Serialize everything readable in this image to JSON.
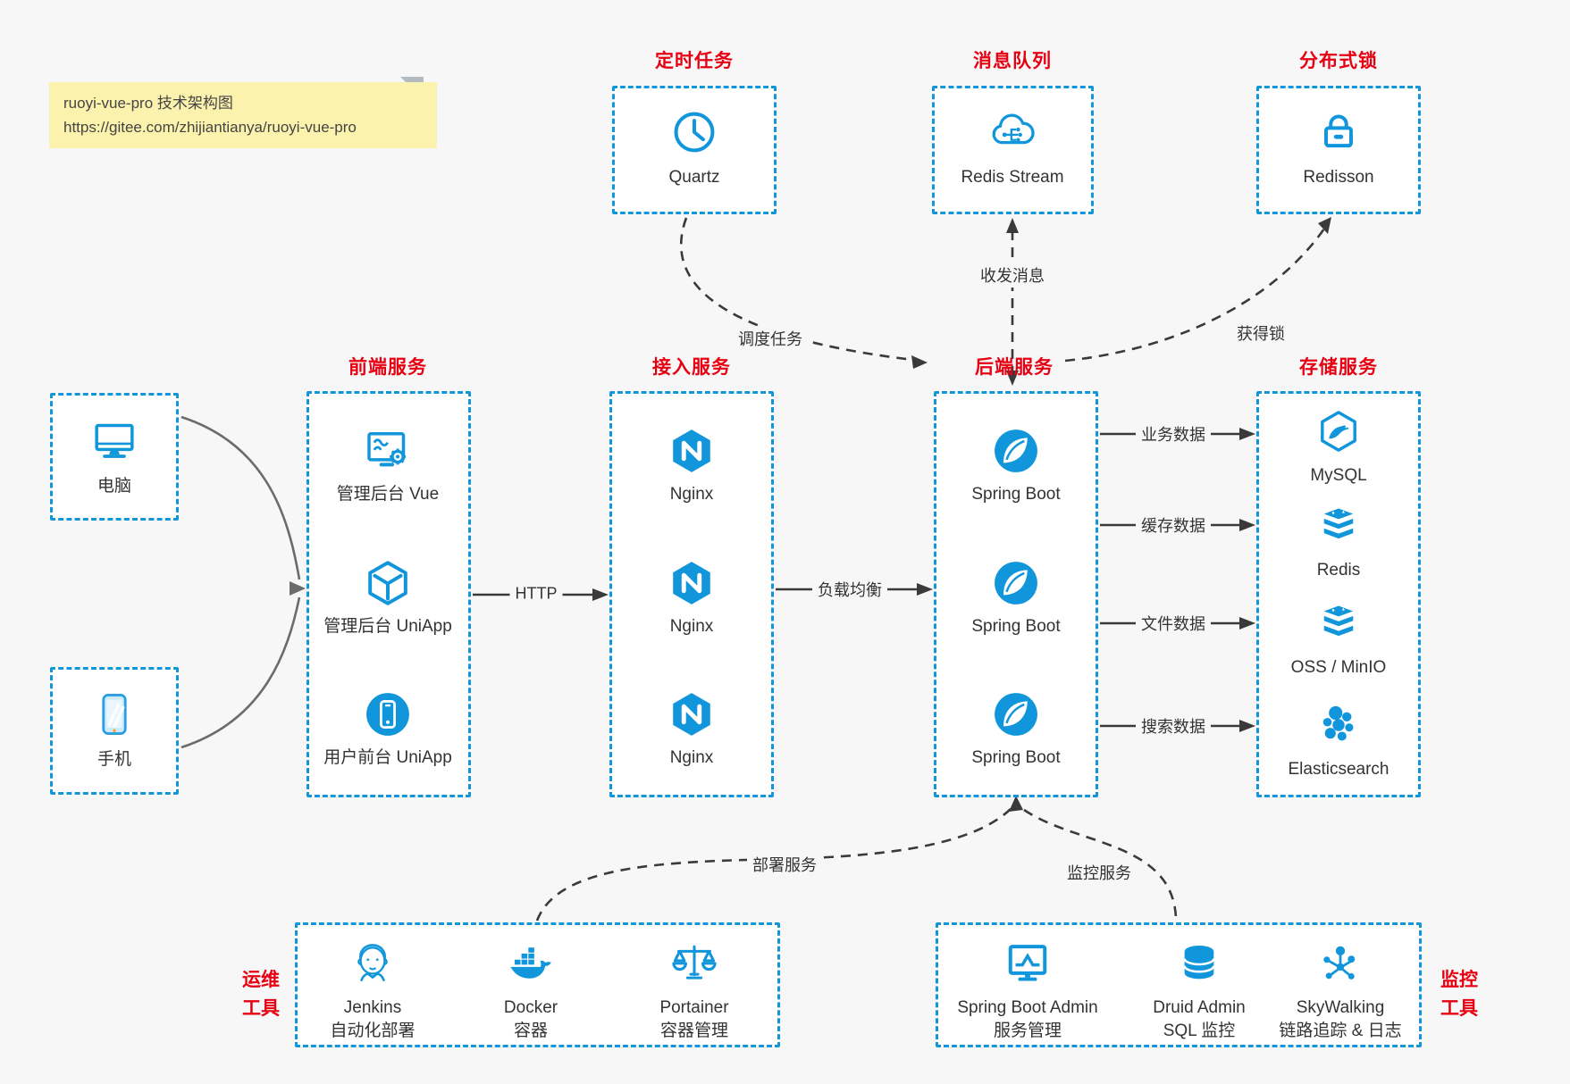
{
  "note": {
    "line1": "ruoyi-vue-pro 技术架构图",
    "line2": "https://gitee.com/zhijiantianya/ruoyi-vue-pro"
  },
  "colors": {
    "accent_blue": "#1296db",
    "heading_red": "#e60012",
    "note_yellow": "#fbf3ad",
    "background": "#f7f7f7"
  },
  "groups": {
    "timer": {
      "title": "定时任务",
      "item": {
        "label": "Quartz",
        "icon": "clock-icon"
      }
    },
    "mq": {
      "title": "消息队列",
      "item": {
        "label": "Redis Stream",
        "icon": "cloud-queue-icon"
      }
    },
    "lock": {
      "title": "分布式锁",
      "item": {
        "label": "Redisson",
        "icon": "lock-icon"
      }
    },
    "clients": {
      "items": [
        {
          "label": "电脑",
          "icon": "desktop-icon"
        },
        {
          "label": "手机",
          "icon": "mobile-icon"
        }
      ]
    },
    "frontend": {
      "title": "前端服务",
      "items": [
        {
          "label": "管理后台 Vue",
          "icon": "admin-vue-icon"
        },
        {
          "label": "管理后台 UniApp",
          "icon": "uniapp-cube-icon"
        },
        {
          "label": "用户前台 UniApp",
          "icon": "user-app-icon"
        }
      ]
    },
    "gateway": {
      "title": "接入服务",
      "items": [
        {
          "label": "Nginx",
          "icon": "nginx-icon"
        },
        {
          "label": "Nginx",
          "icon": "nginx-icon"
        },
        {
          "label": "Nginx",
          "icon": "nginx-icon"
        }
      ]
    },
    "backend": {
      "title": "后端服务",
      "items": [
        {
          "label": "Spring Boot",
          "icon": "spring-icon"
        },
        {
          "label": "Spring Boot",
          "icon": "spring-icon"
        },
        {
          "label": "Spring Boot",
          "icon": "spring-icon"
        }
      ]
    },
    "storage": {
      "title": "存储服务",
      "items": [
        {
          "label": "MySQL",
          "icon": "mysql-icon"
        },
        {
          "label": "Redis",
          "icon": "redis-stack-icon"
        },
        {
          "label": "OSS / MinIO",
          "icon": "oss-stack-icon"
        },
        {
          "label": "Elasticsearch",
          "icon": "elasticsearch-icon"
        }
      ]
    },
    "ops": {
      "title_line1": "运维",
      "title_line2": "工具",
      "items": [
        {
          "name": "Jenkins",
          "desc": "自动化部署",
          "icon": "jenkins-icon"
        },
        {
          "name": "Docker",
          "desc": "容器",
          "icon": "docker-icon"
        },
        {
          "name": "Portainer",
          "desc": "容器管理",
          "icon": "scales-icon"
        }
      ]
    },
    "monitoring": {
      "title_line1": "监控",
      "title_line2": "工具",
      "items": [
        {
          "name": "Spring Boot Admin",
          "desc": "服务管理",
          "icon": "monitor-chart-icon"
        },
        {
          "name": "Druid Admin",
          "desc": "SQL 监控",
          "icon": "database-icon"
        },
        {
          "name": "SkyWalking",
          "desc": "链路追踪 & 日志",
          "icon": "topology-icon"
        }
      ]
    }
  },
  "edges": {
    "http": "HTTP",
    "load_balance": "负载均衡",
    "schedule_job": "调度任务",
    "send_receive_msg": "收发消息",
    "acquire_lock": "获得锁",
    "business_data": "业务数据",
    "cache_data": "缓存数据",
    "file_data": "文件数据",
    "search_data": "搜索数据",
    "deploy_service": "部署服务",
    "monitor_service": "监控服务"
  }
}
